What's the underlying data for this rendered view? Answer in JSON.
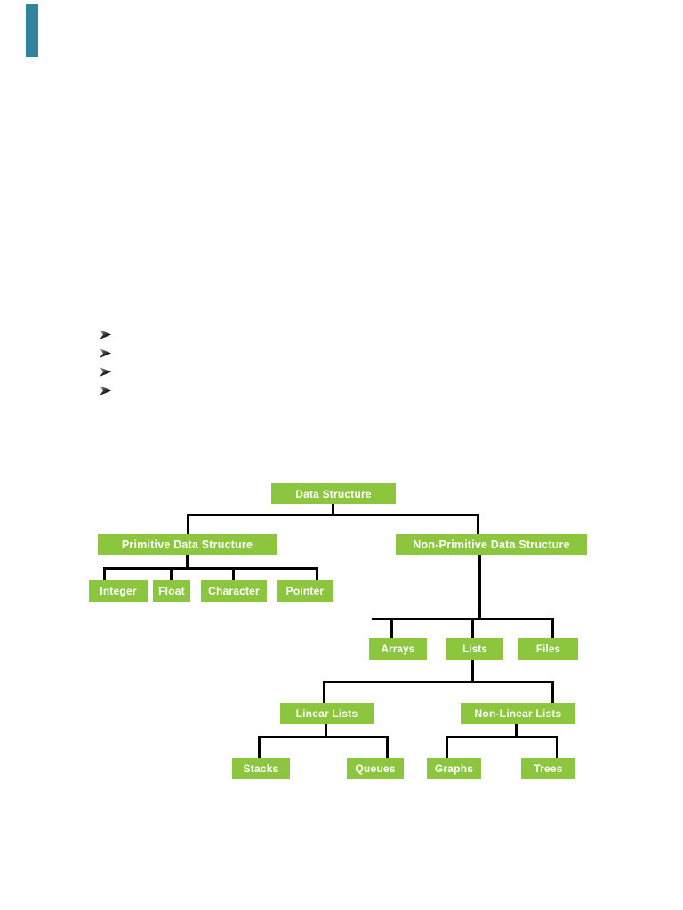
{
  "document": {
    "background": "#ffffff",
    "accent_bar_color": "#31849B"
  },
  "bullet_list": {
    "icon": "right-arrowhead-bullet",
    "count": 4,
    "items": [
      "",
      "",
      "",
      ""
    ]
  },
  "diagram": {
    "type": "tree",
    "box_fill": "#8CC63F",
    "box_text_color": "#ffffff",
    "connector_color": "#000000",
    "tree": {
      "label": "Data Structure",
      "children": [
        {
          "label": "Primitive Data Structure",
          "children": [
            {
              "label": "Integer"
            },
            {
              "label": "Float"
            },
            {
              "label": "Character"
            },
            {
              "label": "Pointer"
            }
          ]
        },
        {
          "label": "Non-Primitive Data Structure",
          "children": [
            {
              "label": "Arrays"
            },
            {
              "label": "Lists",
              "children": [
                {
                  "label": "Linear Lists",
                  "children": [
                    {
                      "label": "Stacks"
                    },
                    {
                      "label": "Queues"
                    }
                  ]
                },
                {
                  "label": "Non-Linear Lists",
                  "children": [
                    {
                      "label": "Graphs"
                    },
                    {
                      "label": "Trees"
                    }
                  ]
                }
              ]
            },
            {
              "label": "Files"
            }
          ]
        }
      ]
    }
  }
}
